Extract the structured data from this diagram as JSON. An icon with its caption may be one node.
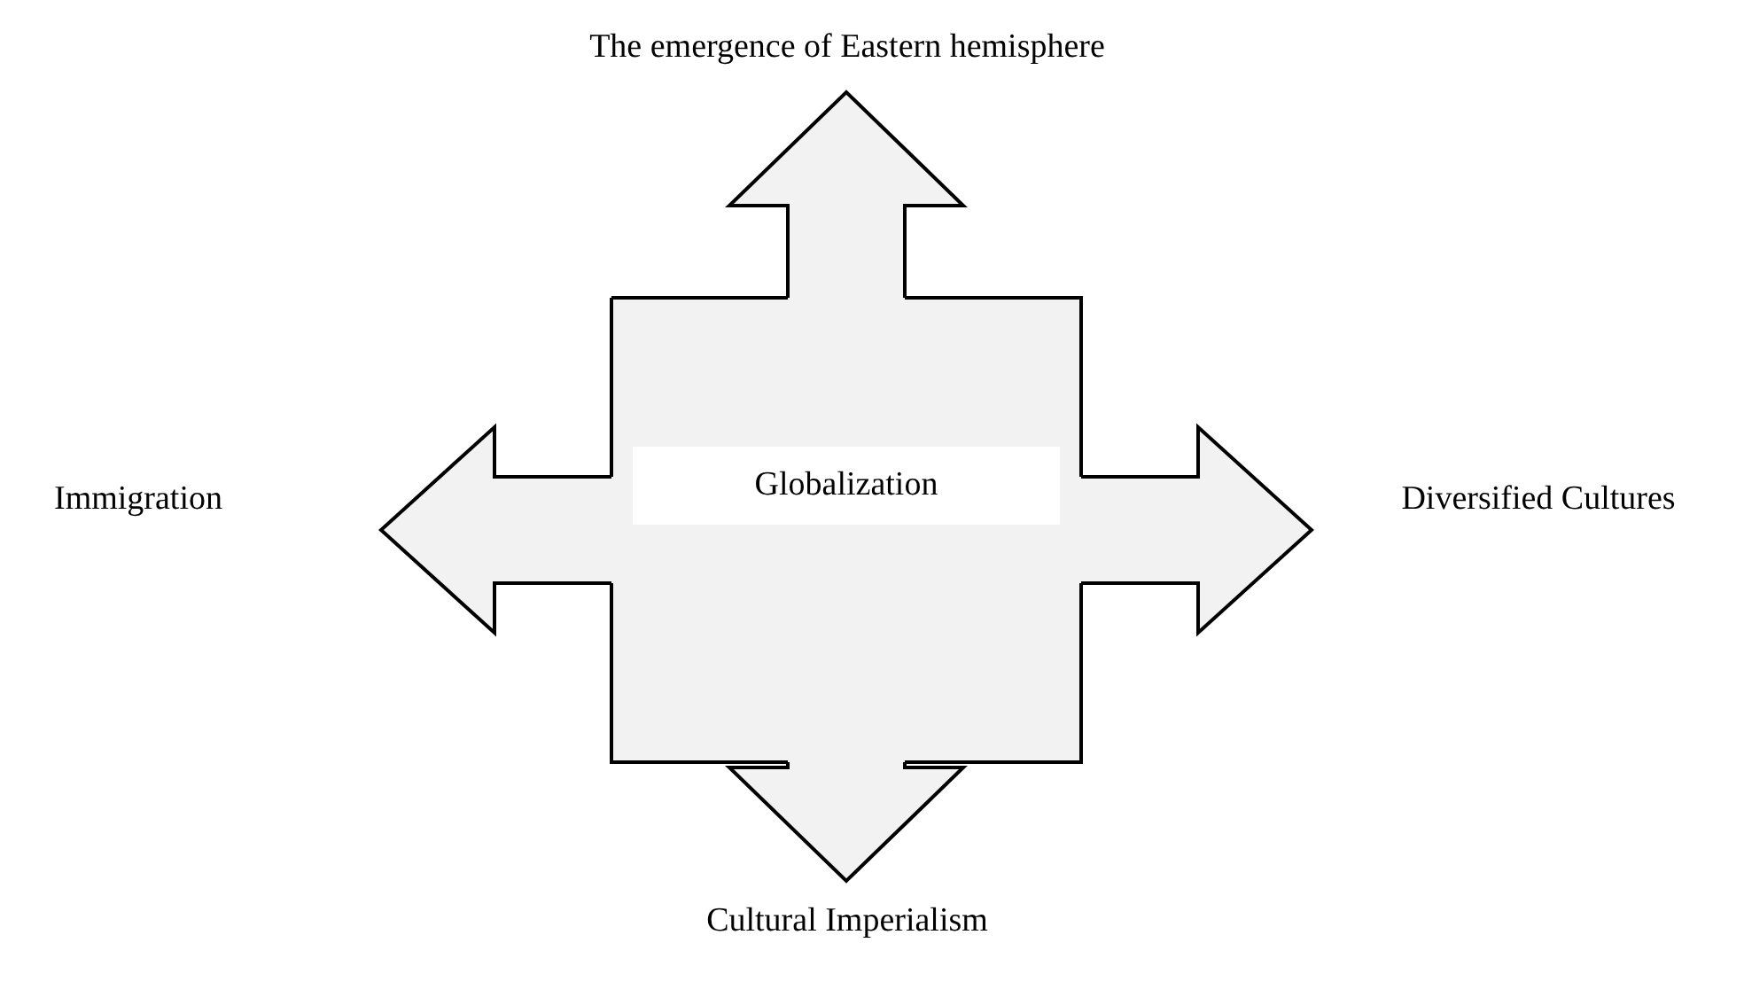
{
  "diagram": {
    "nodes": [
      {
        "text": [
          "Globalization"
        ]
      },
      {
        "text": [
          "The emergence of Eastern hemisphere"
        ]
      },
      {
        "text": [
          "Immigration"
        ]
      },
      {
        "text": [
          "Diversified Cultures"
        ]
      },
      {
        "text": [
          "Cultural Imperialism"
        ]
      }
    ],
    "edges": [
      {
        "from": 0,
        "to": 1,
        "arrow": "to"
      },
      {
        "from": 0,
        "to": 2,
        "arrow": "to"
      },
      {
        "from": 0,
        "to": 3,
        "arrow": "to"
      },
      {
        "from": 0,
        "to": 4,
        "arrow": "to"
      }
    ]
  }
}
